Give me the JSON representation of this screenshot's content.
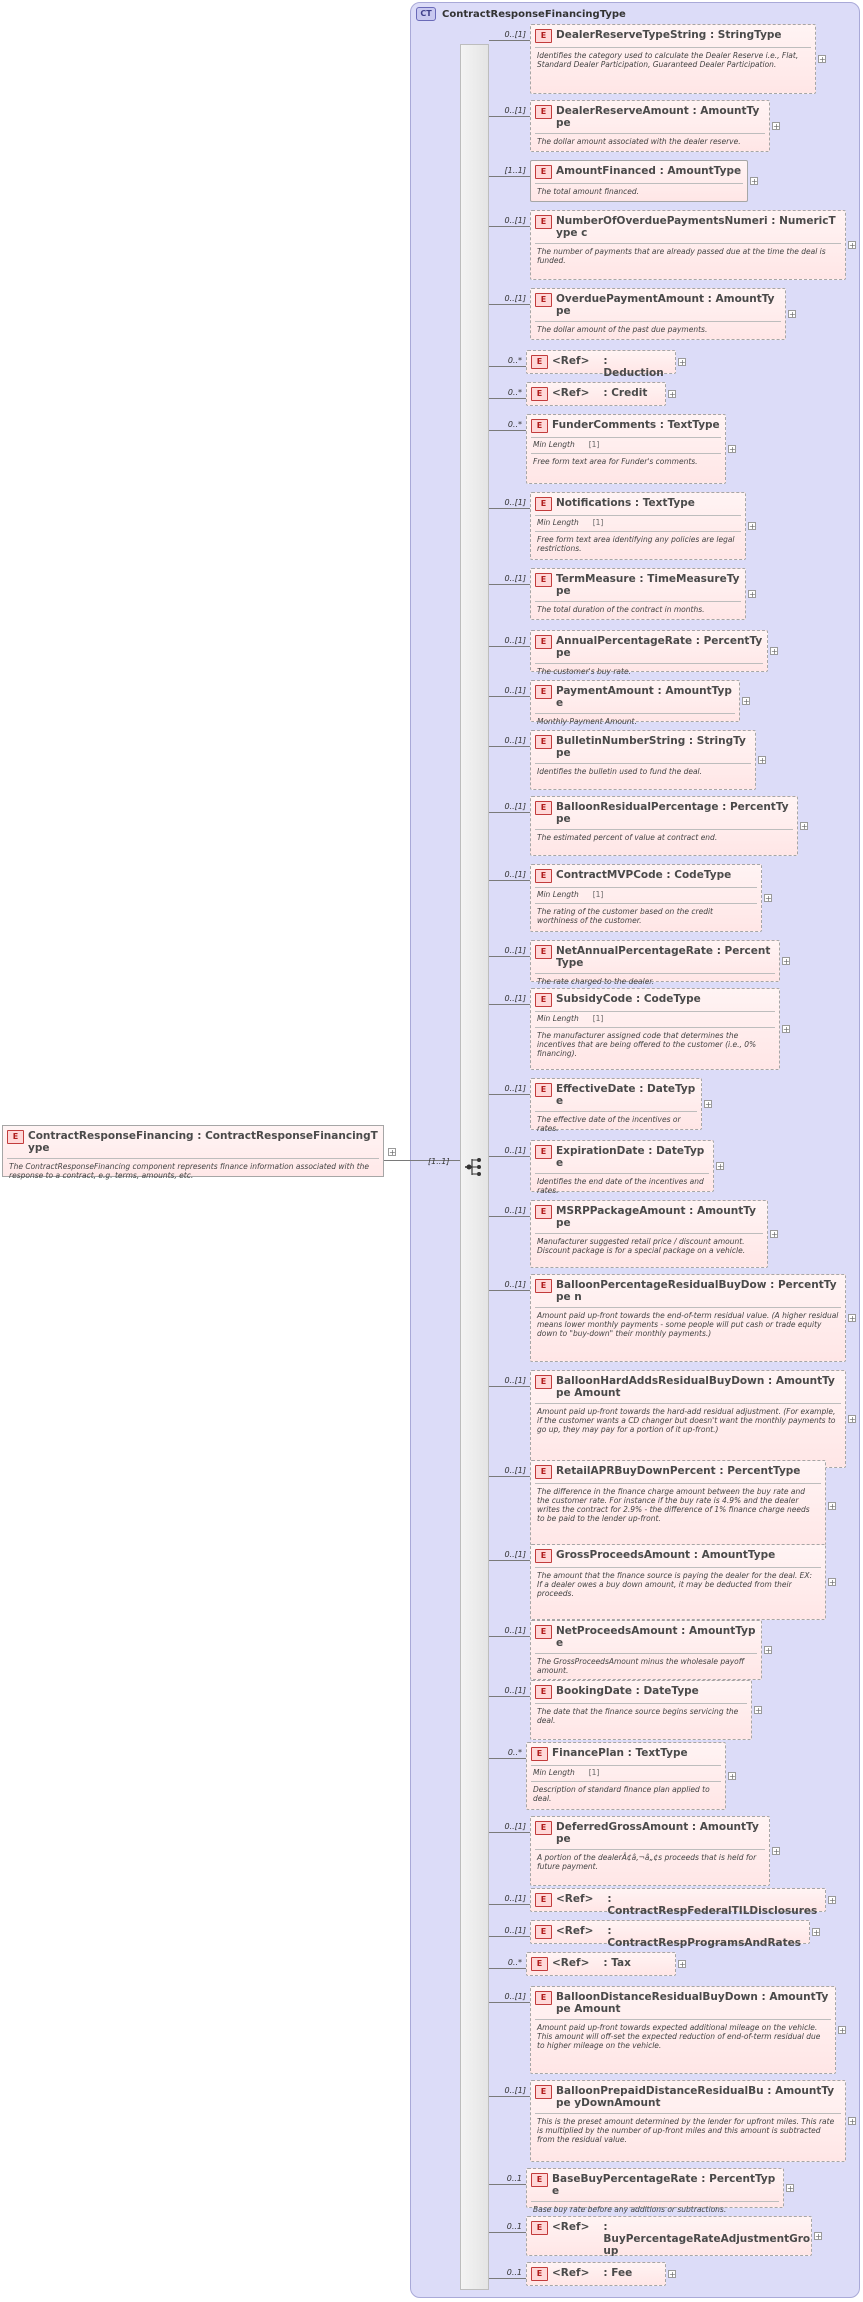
{
  "complex_type": {
    "badge": "CT",
    "title": "ContractResponseFinancingType"
  },
  "root": {
    "badge": "E",
    "name": "ContractResponseFinancing : ContractResponseFinancingType",
    "description": "The ContractResponseFinancing component represents finance information associated with the response to a contract, e.g. terms, amounts, etc.",
    "multiplicity": "[1..1]"
  },
  "labels": {
    "min_length": "Min Length",
    "min_length_value": "[1]",
    "ref": "<Ref>",
    "expand": "+"
  },
  "elements": [
    {
      "name": "DealerReserveTypeString : StringType",
      "mult": "0..[1]",
      "desc": "Identifies the category used to calculate the Dealer Reserve i.e., Flat, Standard Dealer Participation, Guaranteed Dealer Participation."
    },
    {
      "name": "DealerReserveAmount : AmountType",
      "mult": "0..[1]",
      "desc": "The dollar amount associated with the dealer reserve."
    },
    {
      "name": "AmountFinanced : AmountType",
      "mult": "[1..1]",
      "desc": "The total amount financed."
    },
    {
      "name": "NumberOfOverduePaymentsNumeri : NumericType c",
      "mult": "0..[1]",
      "desc": "The number of payments that are already passed due at the time the deal is funded."
    },
    {
      "name": "OverduePaymentAmount : AmountType",
      "mult": "0..[1]",
      "desc": "The dollar amount of the past due payments."
    },
    {
      "ref": true,
      "name": ": Deduction",
      "mult": "0..*"
    },
    {
      "ref": true,
      "name": ": Credit",
      "mult": "0..*"
    },
    {
      "name": "FunderComments : TextType",
      "mult": "0..*",
      "minlen": true,
      "desc": "Free form text area for Funder's comments."
    },
    {
      "name": "Notifications : TextType",
      "mult": "0..[1]",
      "minlen": true,
      "desc": "Free form text area identifying any policies are legal restrictions."
    },
    {
      "name": "TermMeasure : TimeMeasureType",
      "mult": "0..[1]",
      "desc": "The total duration of the contract in months."
    },
    {
      "name": "AnnualPercentageRate : PercentType",
      "mult": "0..[1]",
      "desc": "The customer's buy rate."
    },
    {
      "name": "PaymentAmount : AmountType",
      "mult": "0..[1]",
      "desc": "Monthly Payment Amount."
    },
    {
      "name": "BulletinNumberString : StringType",
      "mult": "0..[1]",
      "desc": "Identifies the bulletin used to fund the deal."
    },
    {
      "name": "BalloonResidualPercentage : PercentType",
      "mult": "0..[1]",
      "desc": "The estimated percent of value at contract end."
    },
    {
      "name": "ContractMVPCode : CodeType",
      "mult": "0..[1]",
      "minlen": true,
      "desc": "The rating of the customer based on the credit worthiness of the customer."
    },
    {
      "name": "NetAnnualPercentageRate : PercentType",
      "mult": "0..[1]",
      "desc": "The rate charged to the dealer."
    },
    {
      "name": "SubsidyCode : CodeType",
      "mult": "0..[1]",
      "minlen": true,
      "desc": "The manufacturer assigned code that determines the incentives that are being offered to the customer (i.e., 0% financing)."
    },
    {
      "name": "EffectiveDate : DateType",
      "mult": "0..[1]",
      "desc": "The effective date of the incentives or rates."
    },
    {
      "name": "ExpirationDate : DateType",
      "mult": "0..[1]",
      "desc": "Identifies the end date of the incentives and rates."
    },
    {
      "name": "MSRPPackageAmount : AmountType",
      "mult": "0..[1]",
      "desc": "Manufacturer suggested retail price / discount amount. Discount package is for a special package on a vehicle."
    },
    {
      "name": "BalloonPercentageResidualBuyDow : PercentType n",
      "mult": "0..[1]",
      "desc": "Amount paid up-front towards the end-of-term residual value. (A higher residual means lower monthly payments - some people will put cash or trade equity down to \"buy-down\" their monthly payments.)"
    },
    {
      "name": "BalloonHardAddsResidualBuyDown : AmountType Amount",
      "mult": "0..[1]",
      "desc": "Amount paid up-front towards the hard-add residual adjustment. (For example, if the customer wants a CD changer but doesn't want the monthly payments to go up, they may pay for a portion of it up-front.)"
    },
    {
      "name": "RetailAPRBuyDownPercent : PercentType",
      "mult": "0..[1]",
      "desc": "The difference in the finance charge amount between the buy rate and the customer rate. For instance if the buy rate is 4.9% and the dealer writes the contract for 2.9% - the difference of 1% finance charge needs to be paid to the lender up-front."
    },
    {
      "name": "GrossProceedsAmount : AmountType",
      "mult": "0..[1]",
      "desc": "The amount that the finance source is paying the dealer for the deal. EX: If a dealer owes a buy down amount, it may be deducted from their proceeds."
    },
    {
      "name": "NetProceedsAmount : AmountType",
      "mult": "0..[1]",
      "desc": "The GrossProceedsAmount minus the wholesale payoff amount."
    },
    {
      "name": "BookingDate : DateType",
      "mult": "0..[1]",
      "desc": "The date that the finance source begins servicing the deal."
    },
    {
      "name": "FinancePlan : TextType",
      "mult": "0..*",
      "minlen": true,
      "desc": "Description of standard finance plan applied to deal."
    },
    {
      "name": "DeferredGrossAmount : AmountType",
      "mult": "0..[1]",
      "desc": "A portion of the dealerÂ¢â‚¬â„¢s proceeds that is held for future payment."
    },
    {
      "ref": true,
      "name": ": ContractRespFederalTILDisclosures",
      "mult": "0..[1]"
    },
    {
      "ref": true,
      "name": ": ContractRespProgramsAndRates",
      "mult": "0..[1]"
    },
    {
      "ref": true,
      "name": ": Tax",
      "mult": "0..*"
    },
    {
      "name": "BalloonDistanceResidualBuyDown : AmountType Amount",
      "mult": "0..[1]",
      "desc": "Amount paid up-front towards expected additional mileage on the vehicle. This amount will off-set the expected reduction of end-of-term residual due to higher mileage on the vehicle."
    },
    {
      "name": "BalloonPrepaidDistanceResidualBu : AmountType yDownAmount",
      "mult": "0..[1]",
      "desc": "This is the preset amount determined by the lender for upfront miles. This rate is multiplied by the number of up-front miles and this amount is subtracted from the residual value."
    },
    {
      "name": "BaseBuyPercentageRate : PercentType",
      "mult": "0..1",
      "desc": "Base buy rate before any additions or subtractions."
    },
    {
      "ref": true,
      "name": ": BuyPercentageRateAdjustmentGro up",
      "mult": "0..1"
    },
    {
      "ref": true,
      "name": ": Fee",
      "mult": "0..1"
    }
  ]
}
